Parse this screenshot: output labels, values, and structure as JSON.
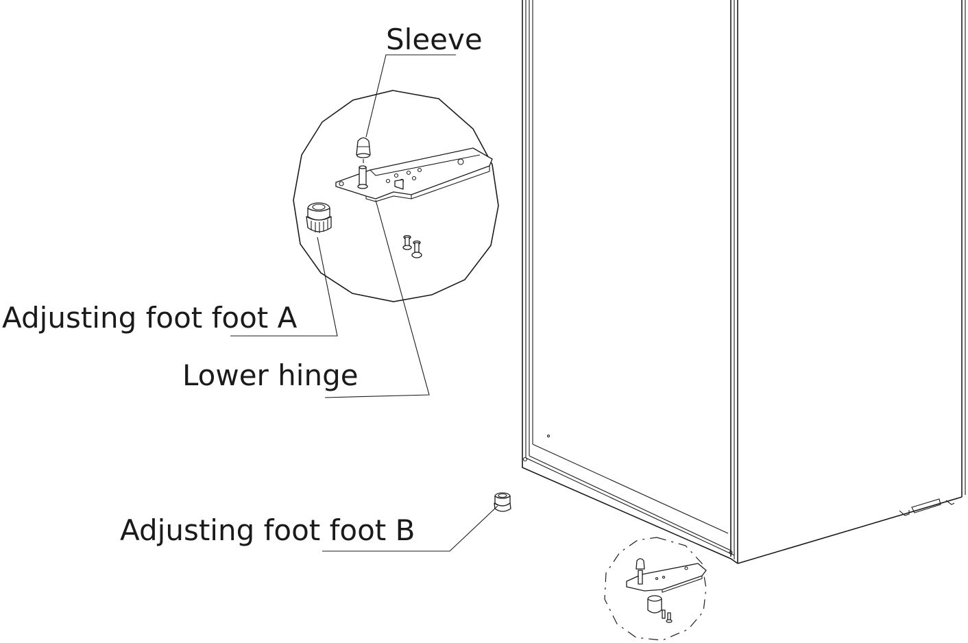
{
  "labels": {
    "sleeve": "Sleeve",
    "foot_a": "Adjusting foot foot A",
    "lower_hinge": "Lower hinge",
    "foot_b": "Adjusting foot foot B"
  },
  "colors": {
    "line": "#1a1a1a",
    "background": "#ffffff"
  }
}
